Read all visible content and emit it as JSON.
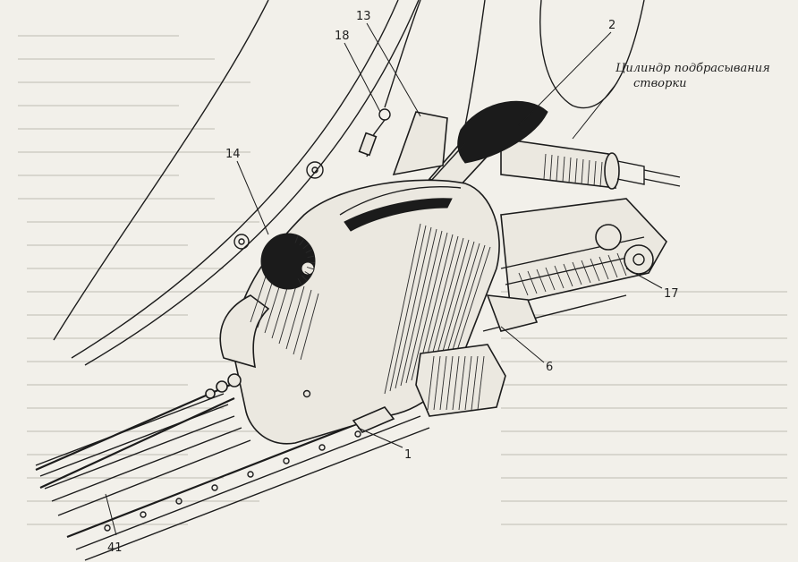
{
  "callouts": [
    {
      "id": "c13",
      "label": "13"
    },
    {
      "id": "c18",
      "label": "18"
    },
    {
      "id": "c2",
      "label": "2"
    },
    {
      "id": "c14",
      "label": "14"
    },
    {
      "id": "c17",
      "label": "17"
    },
    {
      "id": "c6",
      "label": "6"
    },
    {
      "id": "c1",
      "label": "1"
    },
    {
      "id": "c41",
      "label": "41"
    }
  ],
  "caption": {
    "line1": "Цилиндр подбрасывания",
    "line2": "створки"
  }
}
